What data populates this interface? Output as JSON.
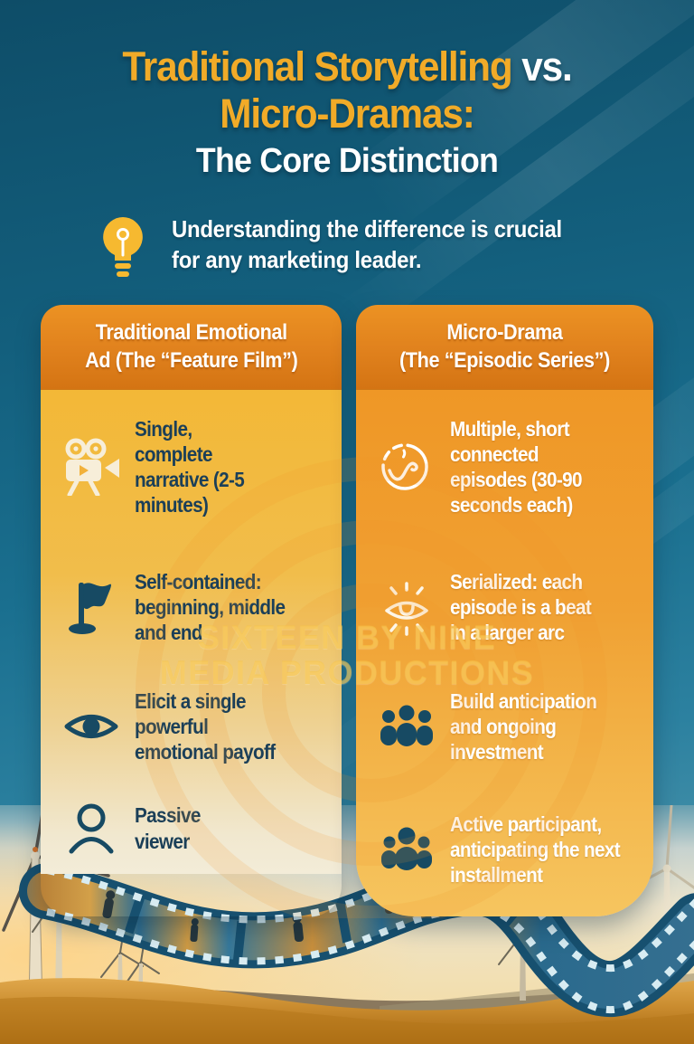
{
  "title": {
    "line1_yellow": "Traditional Storytelling ",
    "line1_white": "vs.",
    "line2": "Micro-Dramas:",
    "line3": "The Core Distinction"
  },
  "subtitle": {
    "icon": "lightbulb-icon",
    "text": "Understanding the difference is crucial\nfor any marketing leader."
  },
  "comparison": {
    "left": {
      "header": "Traditional Emotional\nAd (The “Feature Film”)",
      "rows": [
        {
          "icon": "video-camera-icon",
          "text": "Single,\ncomplete\nnarrative (2-5\nminutes)"
        },
        {
          "icon": "flag-icon",
          "text": "Self-contained:\nbeginning, middle\nand end"
        },
        {
          "icon": "eye-icon",
          "text": "Elicit a single\npowerful\nemotional payoff"
        },
        {
          "icon": "person-icon",
          "text": "Passive\nviewer"
        }
      ]
    },
    "right": {
      "header": "Micro-Drama\n(The “Episodic Series”)",
      "rows": [
        {
          "icon": "loop-scribble-icon",
          "text": "Multiple, short\nconnected\nepisodes (30-90\nseconds each)"
        },
        {
          "icon": "radiant-eye-icon",
          "text": "Serialized: each\nepisode is a beat\nin a larger arc"
        },
        {
          "icon": "audience-icon",
          "text": "Build anticipation\nand ongoing\ninvestment"
        },
        {
          "icon": "group-icon",
          "text": "Active participant,\nanticipating the next\ninstallment"
        }
      ]
    }
  },
  "watermark": {
    "line1": "SIXTEEN BY NINE",
    "line2": "MEDIA PRODUCTIONS"
  },
  "colors": {
    "background_teal": "#15607d",
    "title_yellow": "#f1ab28",
    "header_orange": "#e0811d",
    "card_gold": "#f3b837",
    "card_orange": "#ef9726",
    "navy": "#1b3f58",
    "white": "#ffffff"
  }
}
